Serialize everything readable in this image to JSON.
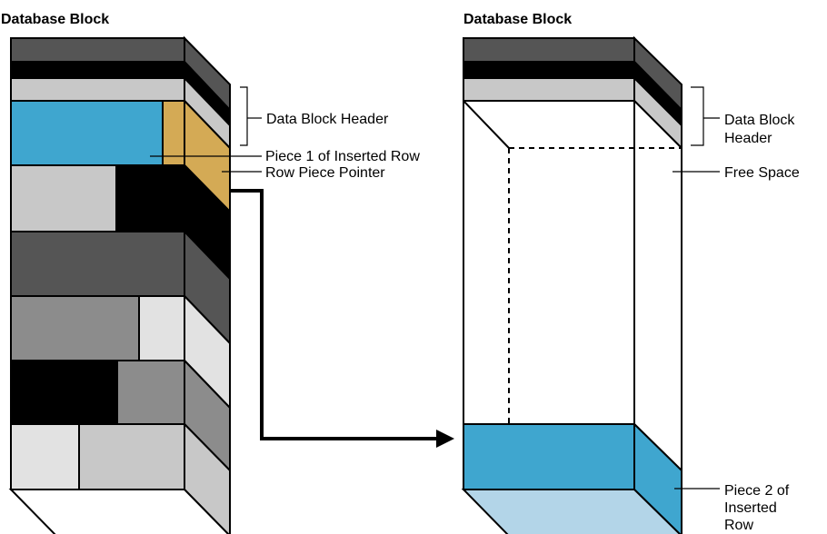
{
  "left_block": {
    "title": "Database Block",
    "header_label": "Data Block Header",
    "piece1_label": "Piece 1 of Inserted Row",
    "pointer_label": "Row Piece Pointer"
  },
  "right_block": {
    "title": "Database Block",
    "header_label": [
      "Data Block",
      "Header"
    ],
    "free_space_label": "Free Space",
    "piece2_label": [
      "Piece 2 of",
      "Inserted",
      "Row"
    ]
  },
  "colors": {
    "row_piece_blue": "#3fa6cf",
    "row_piece_blue_light": "#b3d5e8",
    "pointer_tan": "#d4aa55",
    "black": "#000000",
    "dark_gray": "#555555",
    "mid_gray": "#8c8c8c",
    "light_gray": "#c8c8c8",
    "pale_gray": "#e2e2e2"
  }
}
